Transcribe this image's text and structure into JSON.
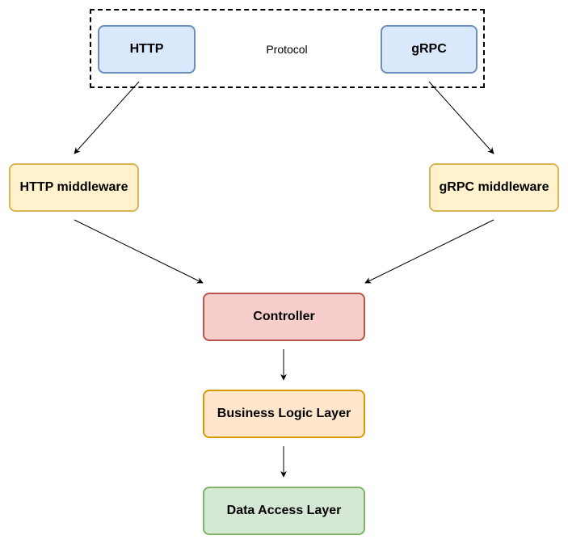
{
  "protocol_group": {
    "label": "Protocol"
  },
  "nodes": {
    "http": {
      "label": "HTTP",
      "fill": "#dae8fc",
      "stroke": "#6c8ebf"
    },
    "grpc": {
      "label": "gRPC",
      "fill": "#dae8fc",
      "stroke": "#6c8ebf"
    },
    "http_middleware": {
      "label": "HTTP middleware",
      "fill": "#fff2cc",
      "stroke": "#d6b656"
    },
    "grpc_middleware": {
      "label": "gRPC middleware",
      "fill": "#fff2cc",
      "stroke": "#d6b656"
    },
    "controller": {
      "label": "Controller",
      "fill": "#f8cecc",
      "stroke": "#b85450"
    },
    "business_logic_layer": {
      "label": "Business Logic Layer",
      "fill": "#ffe6cc",
      "stroke": "#d79b00"
    },
    "data_access_layer": {
      "label": "Data Access Layer",
      "fill": "#d5e8d4",
      "stroke": "#82b366"
    }
  },
  "edges": [
    {
      "from": "http",
      "to": "http_middleware"
    },
    {
      "from": "grpc",
      "to": "grpc_middleware"
    },
    {
      "from": "http_middleware",
      "to": "controller"
    },
    {
      "from": "grpc_middleware",
      "to": "controller"
    },
    {
      "from": "controller",
      "to": "business_logic_layer"
    },
    {
      "from": "business_logic_layer",
      "to": "data_access_layer"
    }
  ],
  "colors": {
    "edge": "#000000",
    "group_border": "#000000"
  }
}
